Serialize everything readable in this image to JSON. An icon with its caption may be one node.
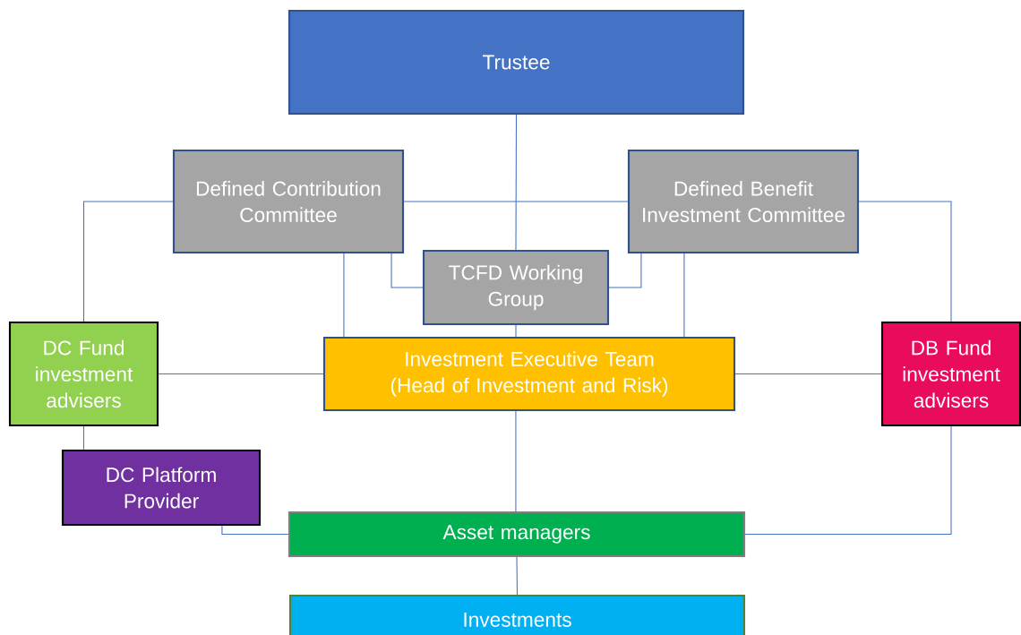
{
  "diagram": {
    "nodes": [
      {
        "text": [
          "Trustee"
        ]
      },
      {
        "text": [
          "Defined Contribution Committee"
        ]
      },
      {
        "text": [
          "Defined Benefit Investment Committee"
        ]
      },
      {
        "text": [
          "TCFD Working Group"
        ]
      },
      {
        "text": [
          "DC Fund investment advisers"
        ]
      },
      {
        "text": [
          "Investment Executive Team (Head of Investment and Risk)"
        ]
      },
      {
        "text": [
          "DB Fund investment advisers"
        ]
      },
      {
        "text": [
          "DC Platform Provider"
        ]
      },
      {
        "text": [
          "Asset managers"
        ]
      },
      {
        "text": [
          "Investments"
        ]
      }
    ],
    "edges": [
      {
        "from": 0,
        "to": 3,
        "arrow": "none"
      },
      {
        "from": 3,
        "to": 5,
        "arrow": "none"
      },
      {
        "from": 1,
        "to": 2,
        "arrow": "none"
      },
      {
        "from": 1,
        "to": 4,
        "arrow": "none"
      },
      {
        "from": 2,
        "to": 6,
        "arrow": "none"
      },
      {
        "from": 1,
        "to": 3,
        "arrow": "none"
      },
      {
        "from": 2,
        "to": 3,
        "arrow": "none"
      },
      {
        "from": 1,
        "to": 5,
        "arrow": "none"
      },
      {
        "from": 2,
        "to": 5,
        "arrow": "none"
      },
      {
        "from": 4,
        "to": 5,
        "arrow": "none"
      },
      {
        "from": 5,
        "to": 6,
        "arrow": "none"
      },
      {
        "from": 4,
        "to": 7,
        "arrow": "none"
      },
      {
        "from": 7,
        "to": 8,
        "arrow": "none"
      },
      {
        "from": 6,
        "to": 8,
        "arrow": "none"
      },
      {
        "from": 5,
        "to": 8,
        "arrow": "none"
      },
      {
        "from": 8,
        "to": 9,
        "arrow": "none"
      }
    ]
  }
}
